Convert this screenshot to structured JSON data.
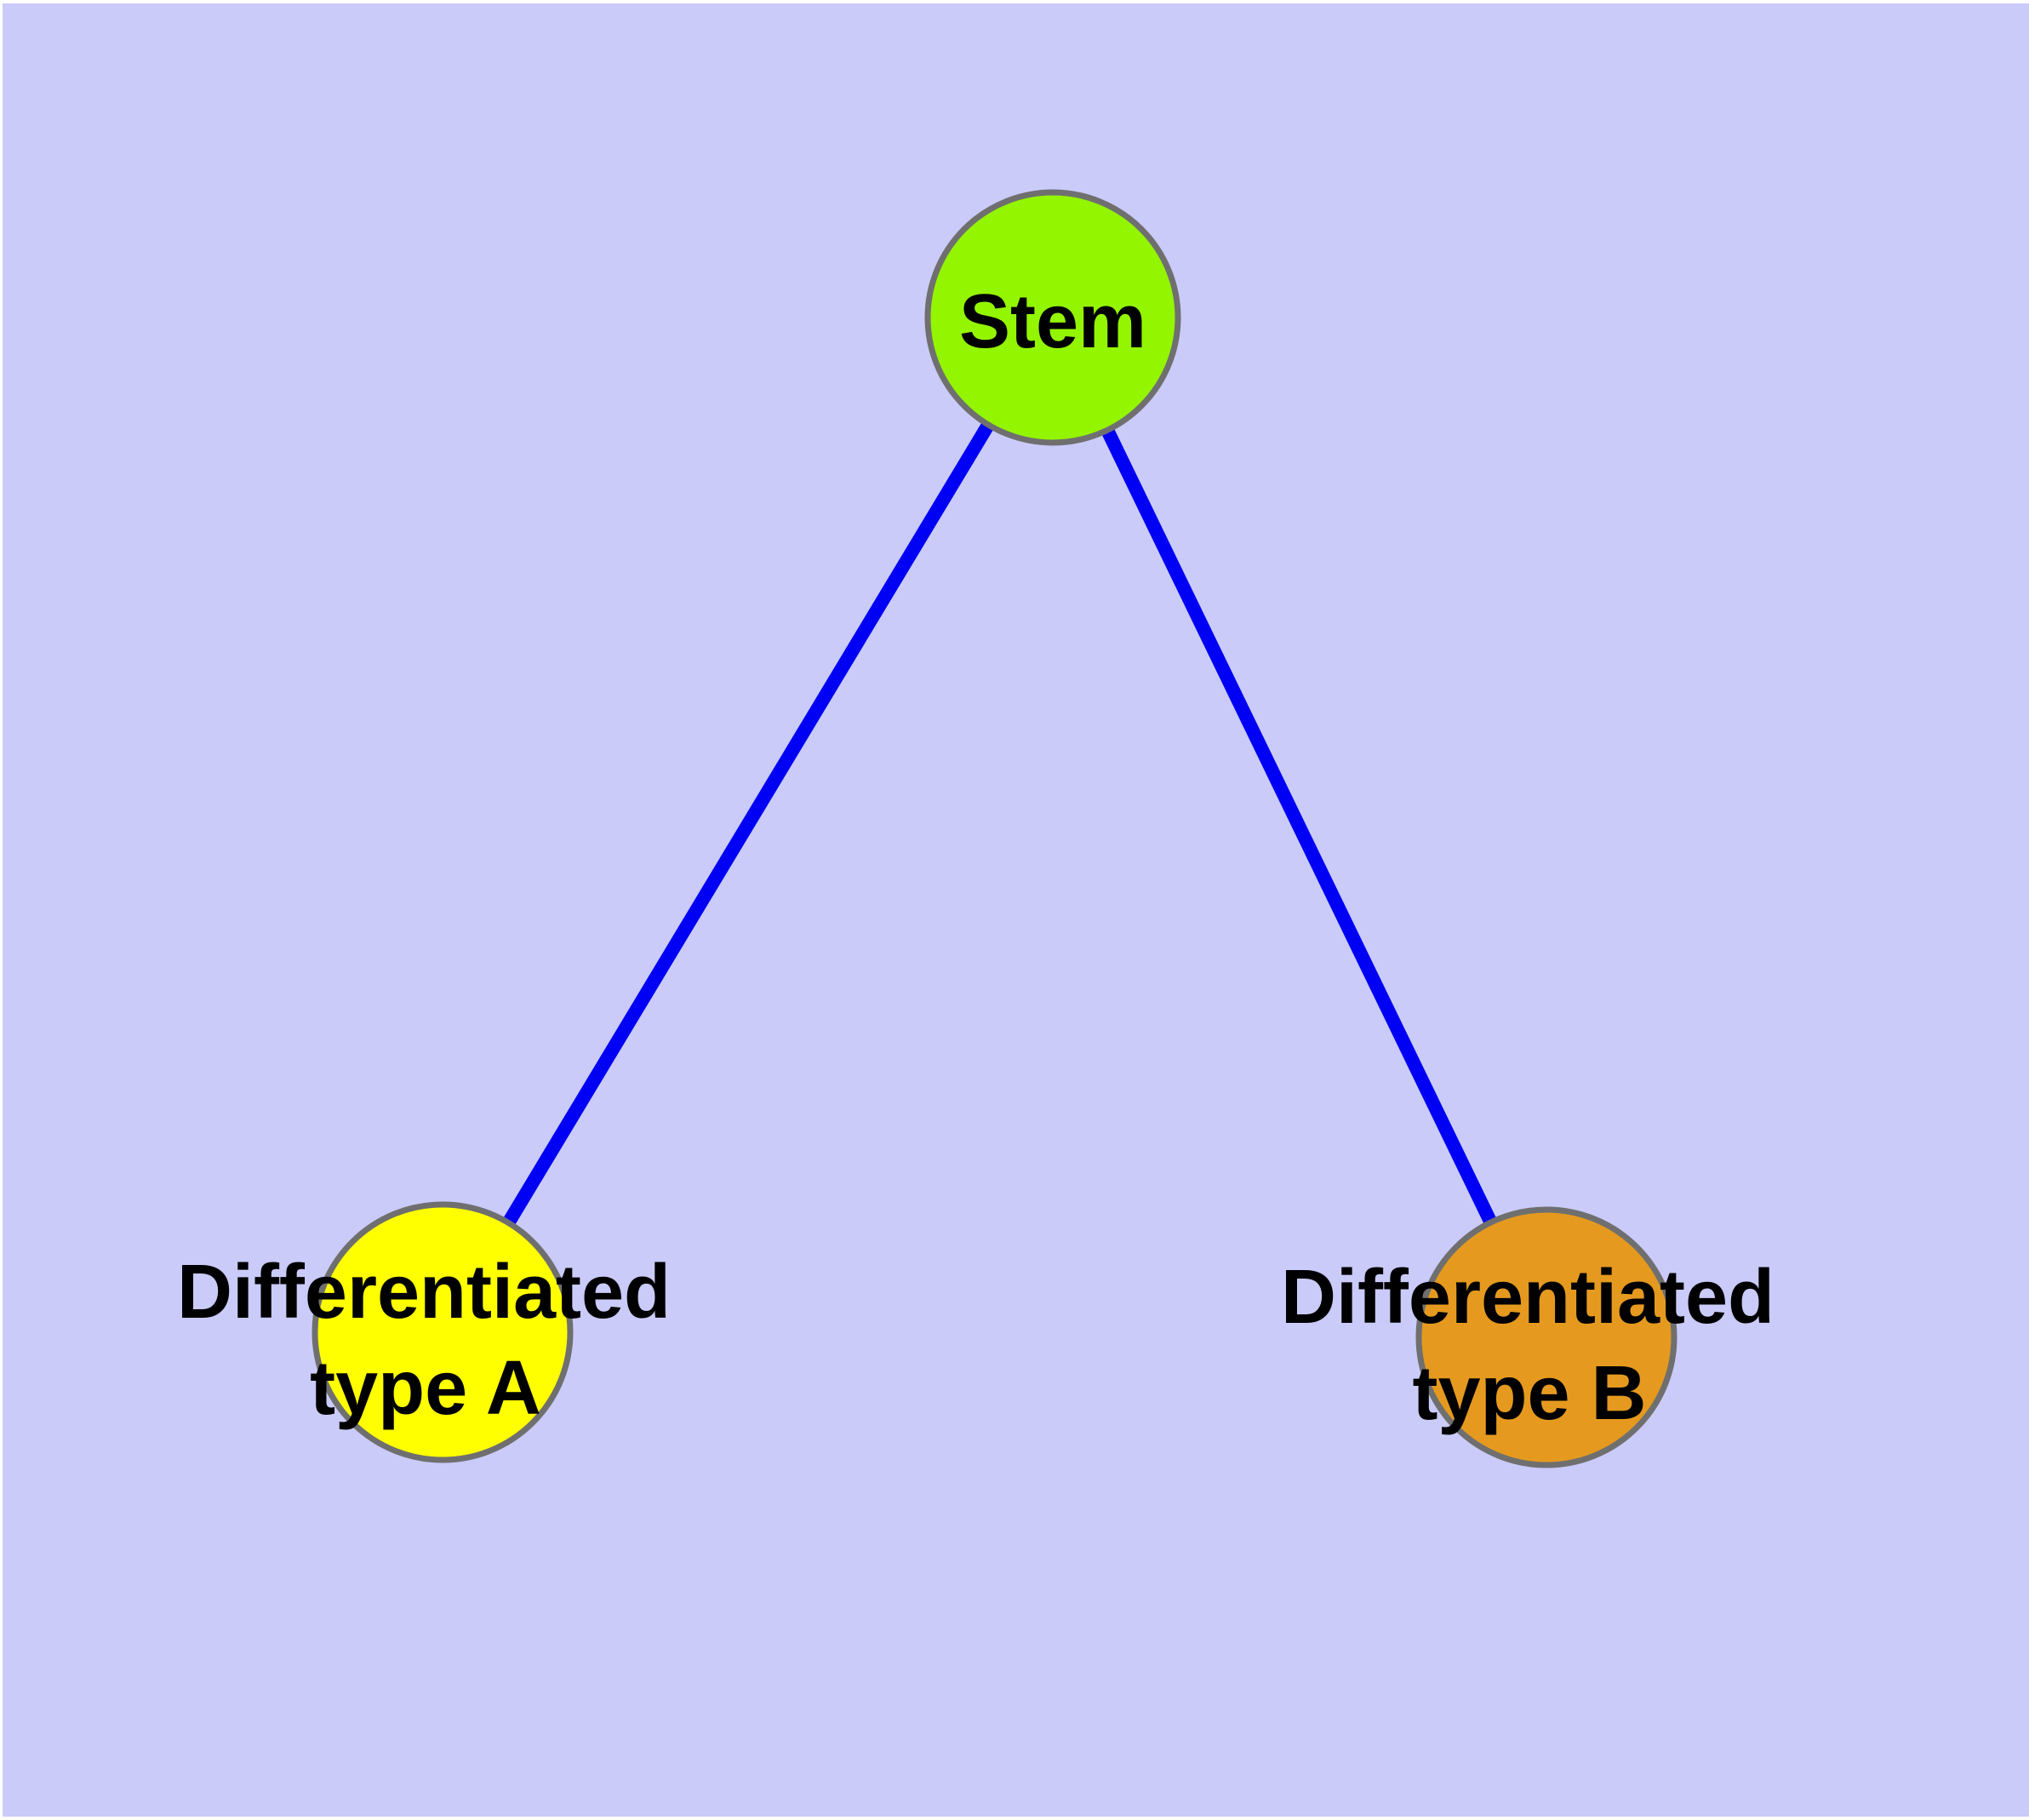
{
  "canvas": {
    "background_color": "#CACBF9",
    "margin_color": "#FFFFFF"
  },
  "edge_style": {
    "color": "#0000F5"
  },
  "edges": [
    {
      "from": "Stem",
      "to": "Differentiated type A"
    },
    {
      "from": "Stem",
      "to": "Differentiated type B"
    }
  ],
  "nodes": {
    "stem": {
      "label": "Stem",
      "fill": "#93F500",
      "border": "#6F6F6F"
    },
    "type_a": {
      "label_line1": "Differentiated",
      "label_line2": "type A",
      "label_full": "Differentiated type A",
      "fill": "#FFFF00",
      "border": "#6F6F6F"
    },
    "type_b": {
      "label_line1": "Differentiated",
      "label_line2": "type B",
      "label_full": "Differentiated type B",
      "fill": "#E59A1F",
      "border": "#6F6F6F"
    }
  }
}
